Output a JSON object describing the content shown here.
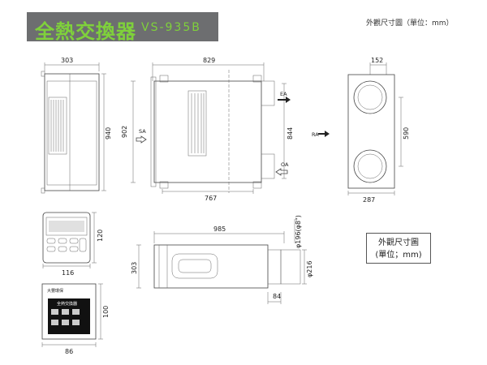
{
  "header": {
    "title_zh": "全熱交換器",
    "model": "VS-935B"
  },
  "unit_note": "外觀尺寸圖（單位：mm）",
  "legend": {
    "line1": "外觀尺寸圖",
    "line2": "(單位；mm)"
  },
  "side_view": {
    "width": "303",
    "height": "940"
  },
  "front_view": {
    "top_width": "829",
    "height_left": "902",
    "height_right": "844",
    "bottom_width": "767",
    "label_sa": "SA",
    "label_ea": "EA",
    "label_oa": "OA"
  },
  "end_view": {
    "label_ra": "RA",
    "top_width": "152",
    "port_spacing": "590",
    "bottom_width": "287"
  },
  "top_view": {
    "length": "985",
    "height": "303",
    "duct_dia_label": "φ196(φ8\")",
    "duct_inner": "φ216",
    "collar": "84"
  },
  "controller_small": {
    "height": "120",
    "width": "116"
  },
  "controller_panel": {
    "height": "100",
    "width": "86",
    "brand": "大豐環保",
    "screen_title": "全熱交換器"
  }
}
